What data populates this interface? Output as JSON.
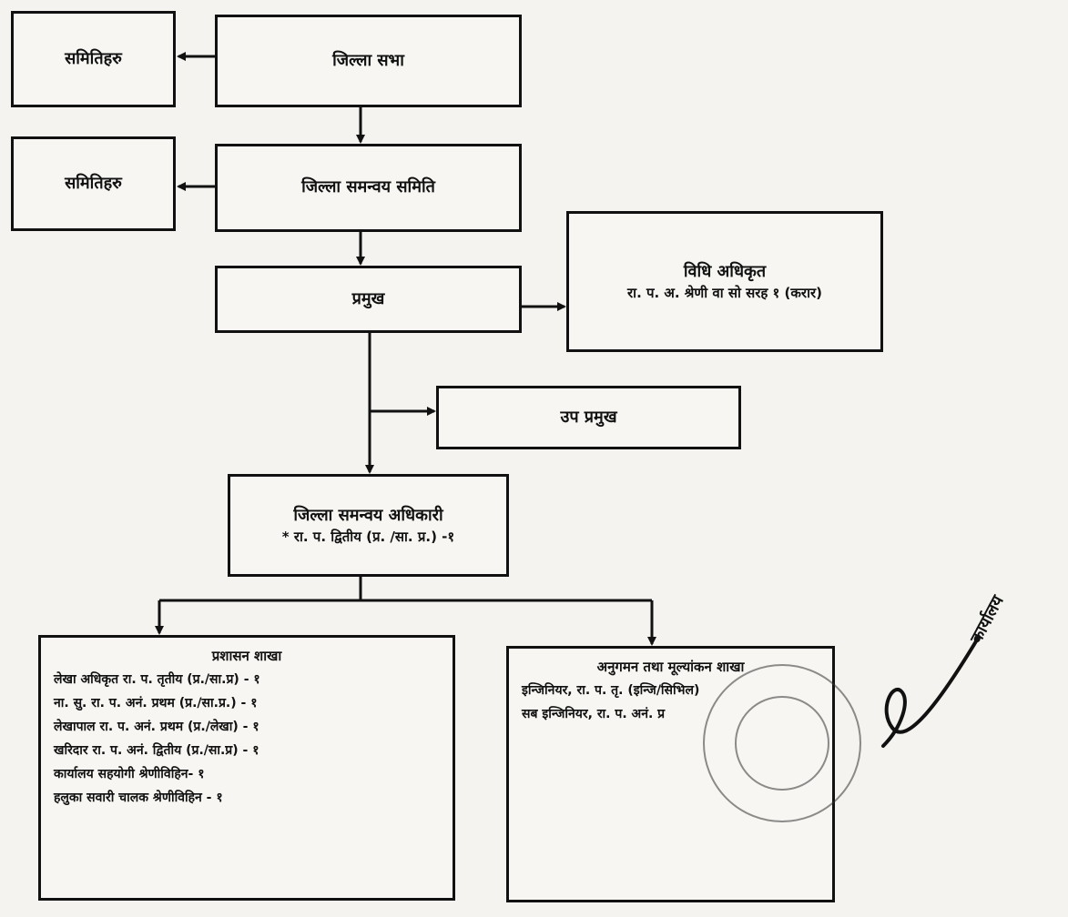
{
  "boxes": {
    "samitiharu_1": "समितिहरु",
    "jilla_sabha": "जिल्ला सभा",
    "samitiharu_2": "समितिहरु",
    "jilla_samanvaya_samiti": "जिल्ला समन्वय समिति",
    "pramukh": "प्रमुख",
    "kanuni": {
      "title": "विधि अधिकृत",
      "line": "रा. प. अ. श्रेणी वा सो सरह १ (करार)"
    },
    "up_pramukh": "उप प्रमुख",
    "adhikari": {
      "title": "जिल्ला समन्वय अधिकारी",
      "line": "* रा. प. द्वितीय (प्र. /सा. प्र.) -१"
    },
    "prashasan": {
      "title": "प्रशासन शाखा",
      "rows": [
        "लेखा अधिकृत रा. प. तृतीय (प्र./सा.प्र) - १",
        "ना. सु. रा. प. अनं. प्रथम (प्र./सा.प्र.) - १",
        "लेखापाल रा. प. अनं. प्रथम (प्र./लेखा) - १",
        "खरिदार रा. प. अनं. द्वितीय (प्र./सा.प्र) - १",
        "कार्यालय सहयोगी श्रेणीविहिन- १",
        "हलुका सवारी चालक श्रेणीविहिन - १"
      ]
    },
    "anugaman": {
      "title": "अनुगमन तथा मूल्यांकन शाखा",
      "rows": [
        "इन्जिनियर, रा. प. तृ. (इन्जि/सिभिल)",
        "सब इन्जिनियर, रा. प. अनं. प्र"
      ]
    }
  },
  "signature_label": "कार्यालय"
}
